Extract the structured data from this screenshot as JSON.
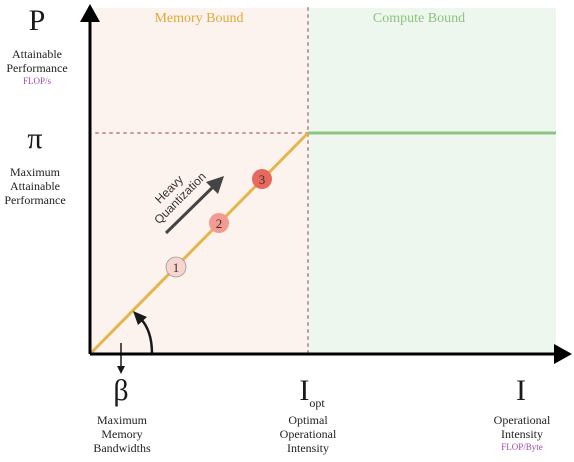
{
  "regions": {
    "memory_bound": "Memory Bound",
    "compute_bound": "Compute Bound"
  },
  "y_axis": {
    "symbol": "P",
    "label_lines": [
      "Attainable",
      "Performance"
    ],
    "unit": "FLOP/s",
    "peak_symbol": "π",
    "peak_label_lines": [
      "Maximum",
      "Attainable",
      "Performance"
    ]
  },
  "x_axis": {
    "beta_symbol": "β",
    "beta_label_lines": [
      "Maximum",
      "Memory",
      "Bandwidths"
    ],
    "iopt_symbol": "I",
    "iopt_subscript": "opt",
    "iopt_label_lines": [
      "Optimal",
      "Operational",
      "Intensity"
    ],
    "i_symbol": "I",
    "i_label_lines": [
      "Operational",
      "Intensity"
    ],
    "i_unit": "FLOP/Byte"
  },
  "annotation": {
    "lines": [
      "Heavy",
      "Quantization"
    ]
  },
  "points": [
    {
      "label": "1",
      "color": "#f9d5d0"
    },
    {
      "label": "2",
      "color": "#f39a92"
    },
    {
      "label": "3",
      "color": "#e8685e"
    }
  ],
  "colors": {
    "memory_region": "#fdf3ee",
    "compute_region": "#eef7ee",
    "memory_text": "#e0a83a",
    "compute_text": "#8cc47f",
    "slope_line": "#e6b44a",
    "flat_line": "#8cc47f",
    "dotted": "#c49aa0"
  }
}
